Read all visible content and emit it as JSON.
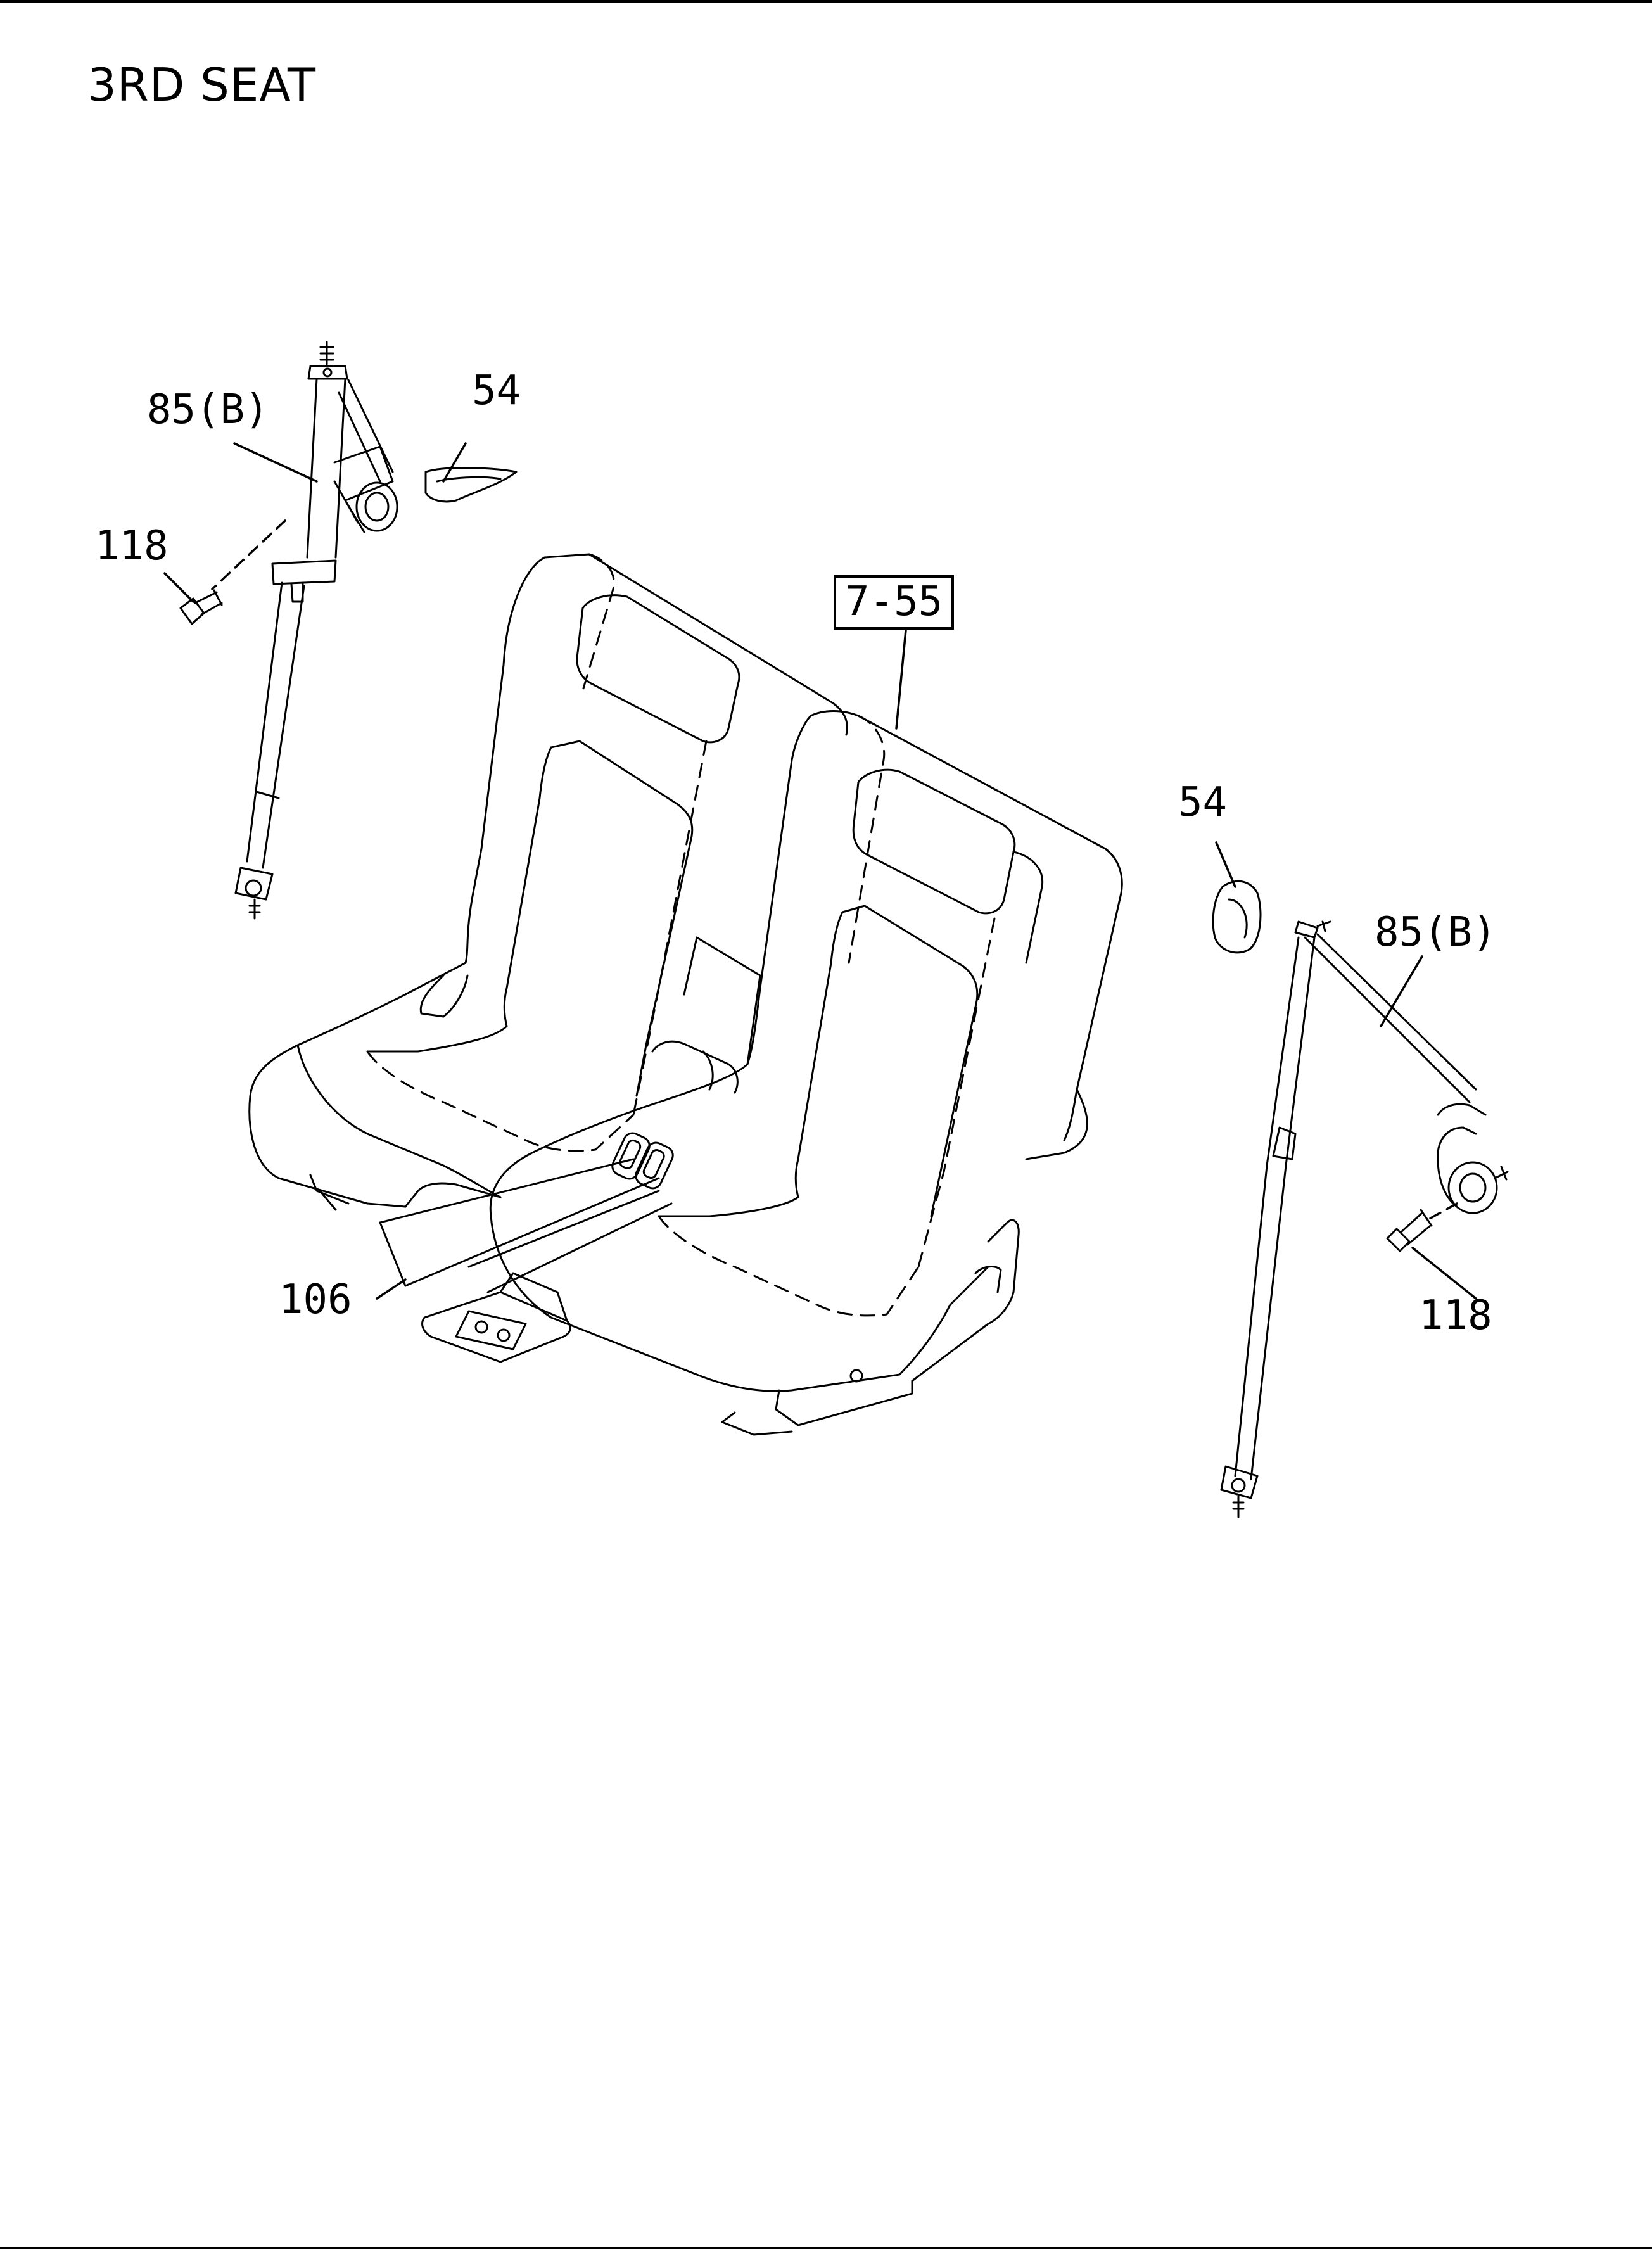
{
  "title": "3RD SEAT",
  "callouts": {
    "belt_left": "85(B)",
    "guide_left": "54",
    "bolt_left": "118",
    "seat_ref": "7-55",
    "guide_right": "54",
    "belt_right": "85(B)",
    "bolt_right": "118",
    "buckle": "106"
  }
}
